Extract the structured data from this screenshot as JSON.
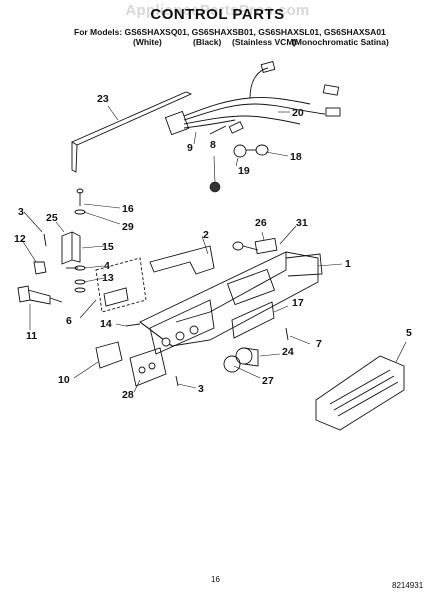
{
  "watermark": "AppliancePartsPros.com",
  "title": "CONTROL PARTS",
  "models_line": "For Models: GS6SHAXSQ01, GS6SHAXSB01, GS6SHAXSL01, GS6SHAXSA01",
  "variants": [
    "(White)",
    "(Black)",
    "(Stainless VCM)",
    "(Monochromatic Satina)"
  ],
  "callouts": [
    "1",
    "2",
    "3",
    "4",
    "5",
    "6",
    "7",
    "8",
    "9",
    "10",
    "11",
    "12",
    "13",
    "14",
    "15",
    "16",
    "17",
    "18",
    "19",
    "20",
    "23",
    "24",
    "25",
    "26",
    "27",
    "28",
    "29",
    "31"
  ],
  "callout_3b": "3",
  "page_number": "16",
  "figure_number": "8214931"
}
